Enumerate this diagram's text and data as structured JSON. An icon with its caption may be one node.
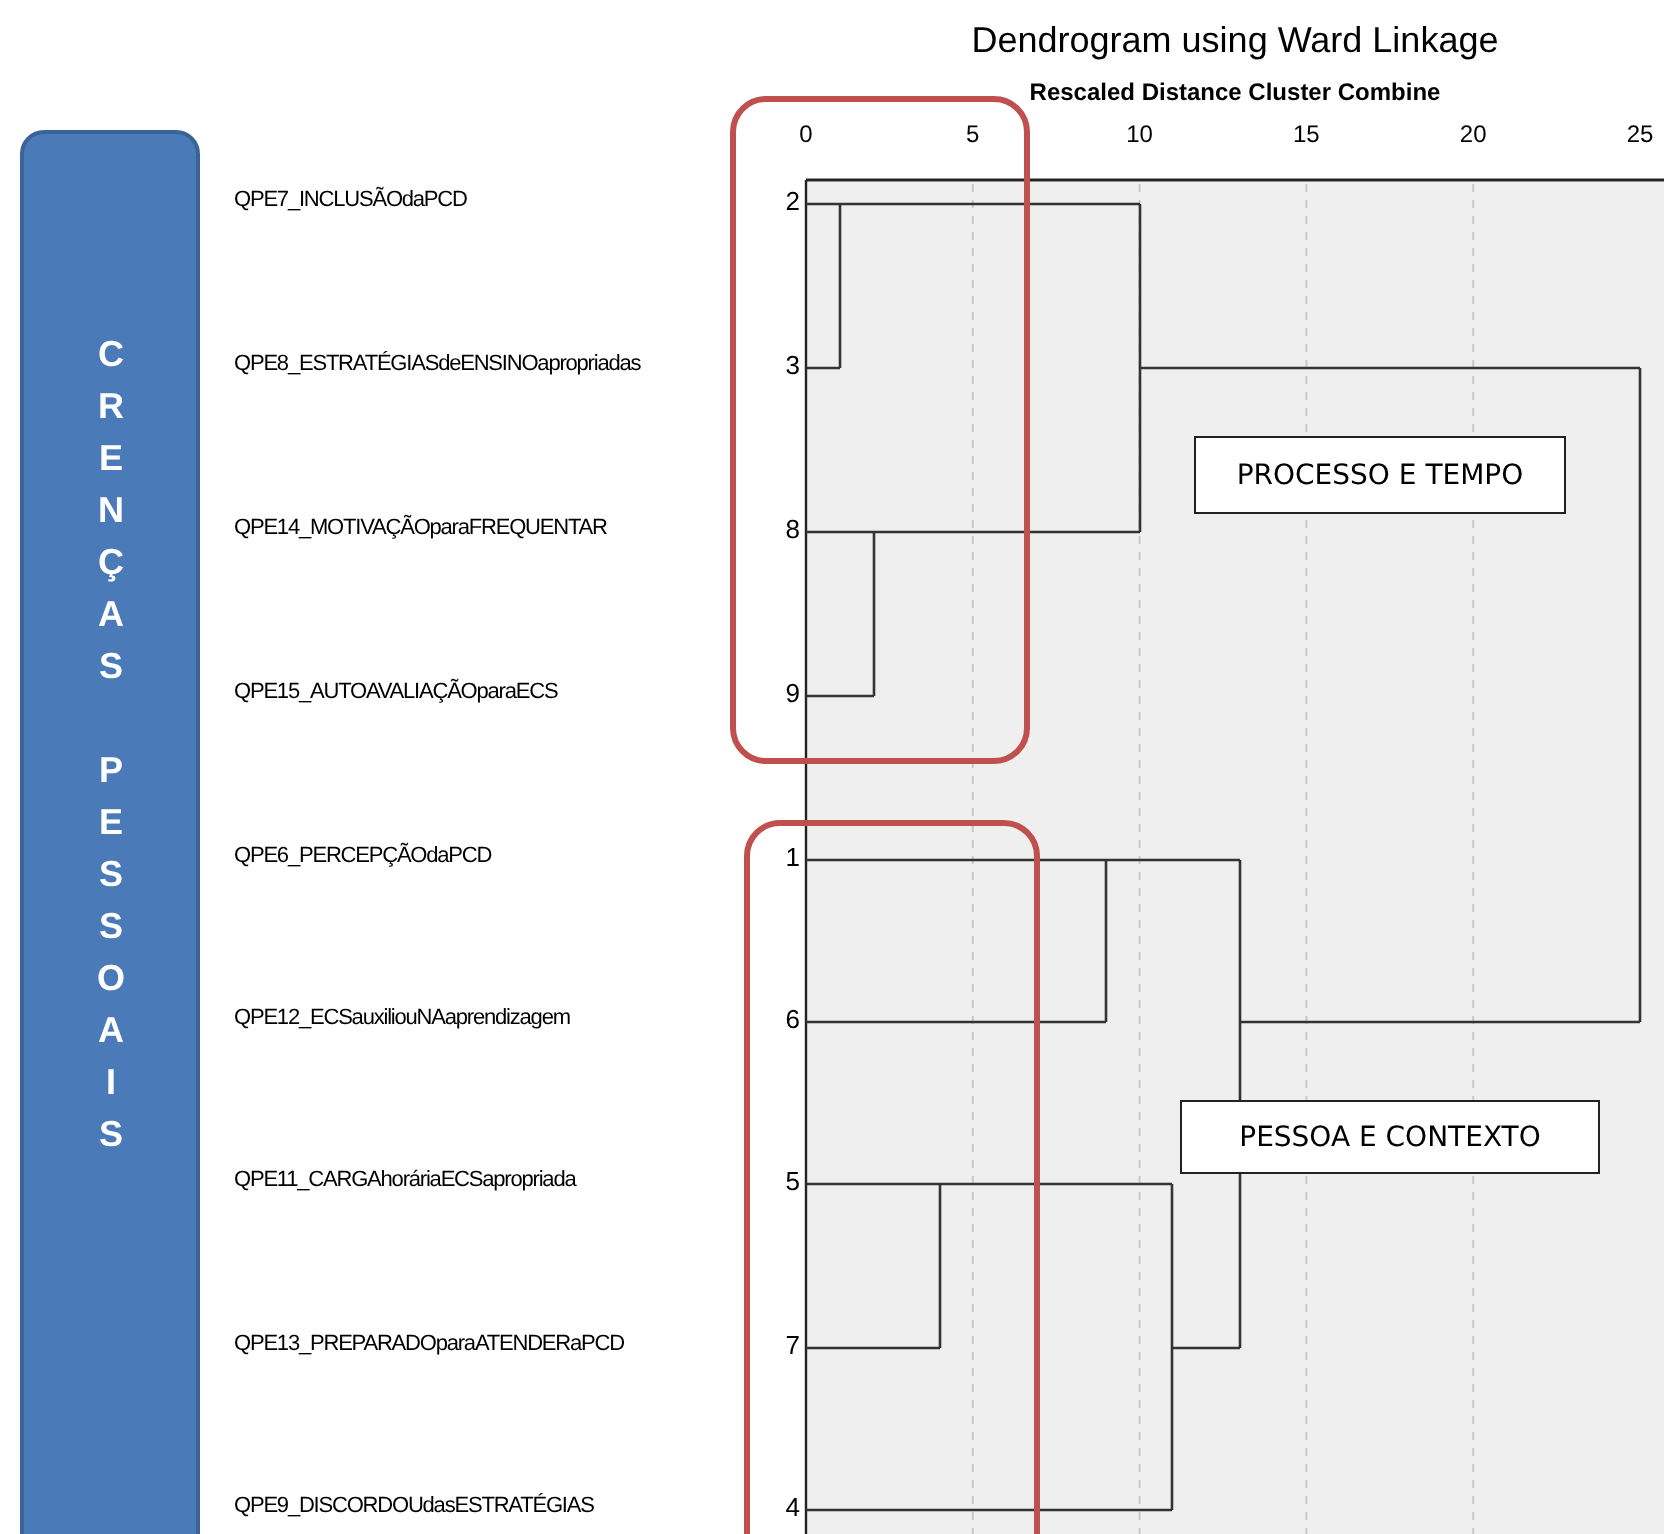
{
  "diagram": {
    "title": "Dendrogram using Ward Linkage",
    "nodes": [
      {
        "text": [
          "CRENÇAS PESSOAIS"
        ]
      },
      {
        "text": [],
        "shape": "box"
      },
      {
        "text": [
          "PROCESSO E TEMPO"
        ]
      },
      {
        "text": [],
        "shape": "box"
      },
      {
        "text": [
          "PESSOA E CONTEXTO"
        ]
      }
    ],
    "labels": [
      "Rescaled Distance Cluster Combine",
      "0",
      "5",
      "10",
      "15",
      "20",
      "25",
      "QPE7_INCLUSÃOdaPCD",
      "2",
      "QPE8_ESTRATÉGIASdeENSINOapropriadas",
      "3",
      "QPE14_MOTIVAÇÃOparaFREQUENTAR",
      "8",
      "QPE15_AUTOAVALIAÇÃOparaECS",
      "9",
      "QPE6_PERCEPÇÃOdaPCD",
      "1",
      "QPE12_ECSauxiliouNAaprendizagem",
      "6",
      "QPE11_CARGAhoráriaECSapropriada",
      "5",
      "QPE13_PREPARADOparaATENDERaPCD",
      "7",
      "QPE9_DISCORDOUdasESTRATÉGIAS",
      "4"
    ]
  }
}
